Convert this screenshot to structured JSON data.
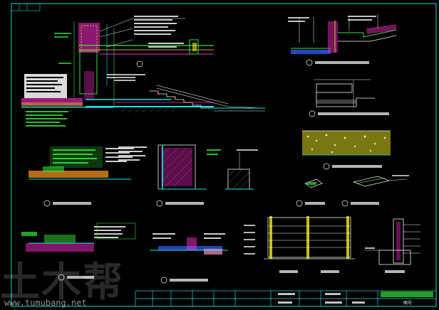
{
  "colors": {
    "background": "#000000",
    "frame": "#14d8d8",
    "text": "#f2f2f2",
    "green": "#34e234",
    "cyan": "#12e6e6",
    "magenta": "#ff2ccf",
    "yellow": "#f2ee1e",
    "red": "#ff3a3a",
    "blue": "#2f62ff",
    "orange": "#ff9a1e",
    "pink": "#ff8fb8",
    "gray": "#9a9a9a"
  },
  "watermark": {
    "text": "土木帮",
    "url": "www.tumubang.net"
  },
  "title_block": {
    "label": "图号"
  }
}
